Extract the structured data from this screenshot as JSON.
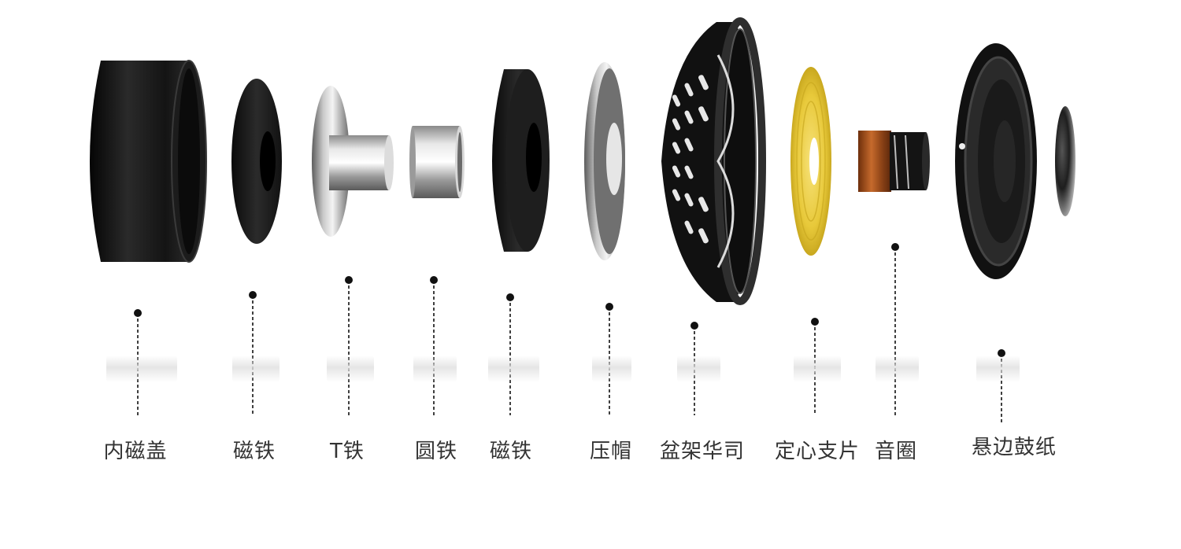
{
  "diagram": {
    "labels": {
      "inner_cover": "内磁盖",
      "magnet_1": "磁铁",
      "t_iron": "T铁",
      "round_iron": "圆铁",
      "magnet_2": "磁铁",
      "pressure_cap": "压帽",
      "basket": "盆架华司",
      "spider": "定心支片",
      "voice_coil": "音圈",
      "cone": "悬边鼓纸"
    },
    "colors": {
      "label_text": "#333333",
      "leader_line": "#111111",
      "spider_yellow": "#e8c93a",
      "coil_copper": "#b55a1e",
      "black_part": "#1a1a1a"
    }
  }
}
